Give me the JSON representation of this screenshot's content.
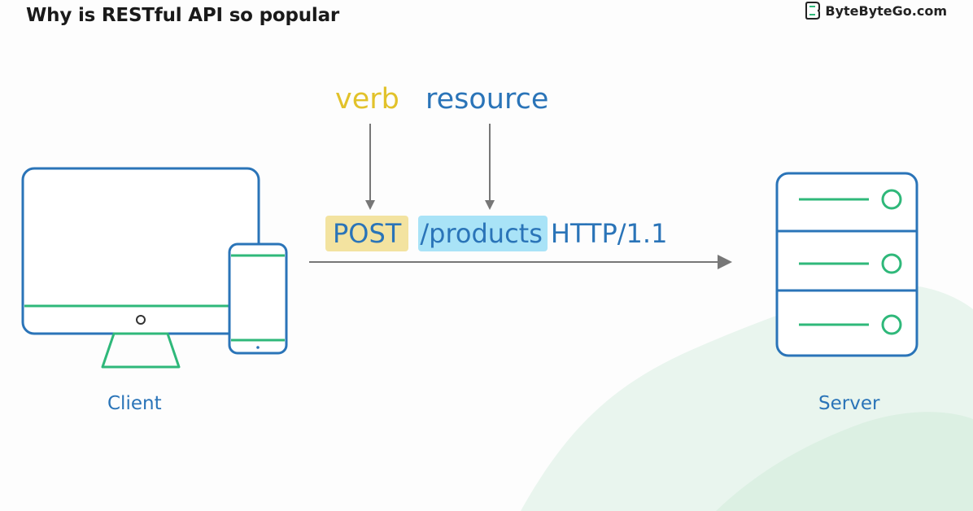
{
  "title": "Why is RESTful API so popular",
  "brand": {
    "name": "ByteByteGo.com",
    "logo_icon": "bytebytego-logo-icon"
  },
  "labels": {
    "verb": "verb",
    "resource": "resource"
  },
  "request": {
    "verb": "POST",
    "resource": "/products",
    "protocol": "HTTP/1.1"
  },
  "nodes": {
    "client": "Client",
    "server": "Server"
  },
  "colors": {
    "accent_blue": "#2a74b8",
    "accent_yellow": "#e2c22a",
    "accent_green": "#2fb87a",
    "verb_highlight": "#f3e3a0",
    "resource_highlight": "#a9e3f7",
    "arrow": "#777777"
  }
}
